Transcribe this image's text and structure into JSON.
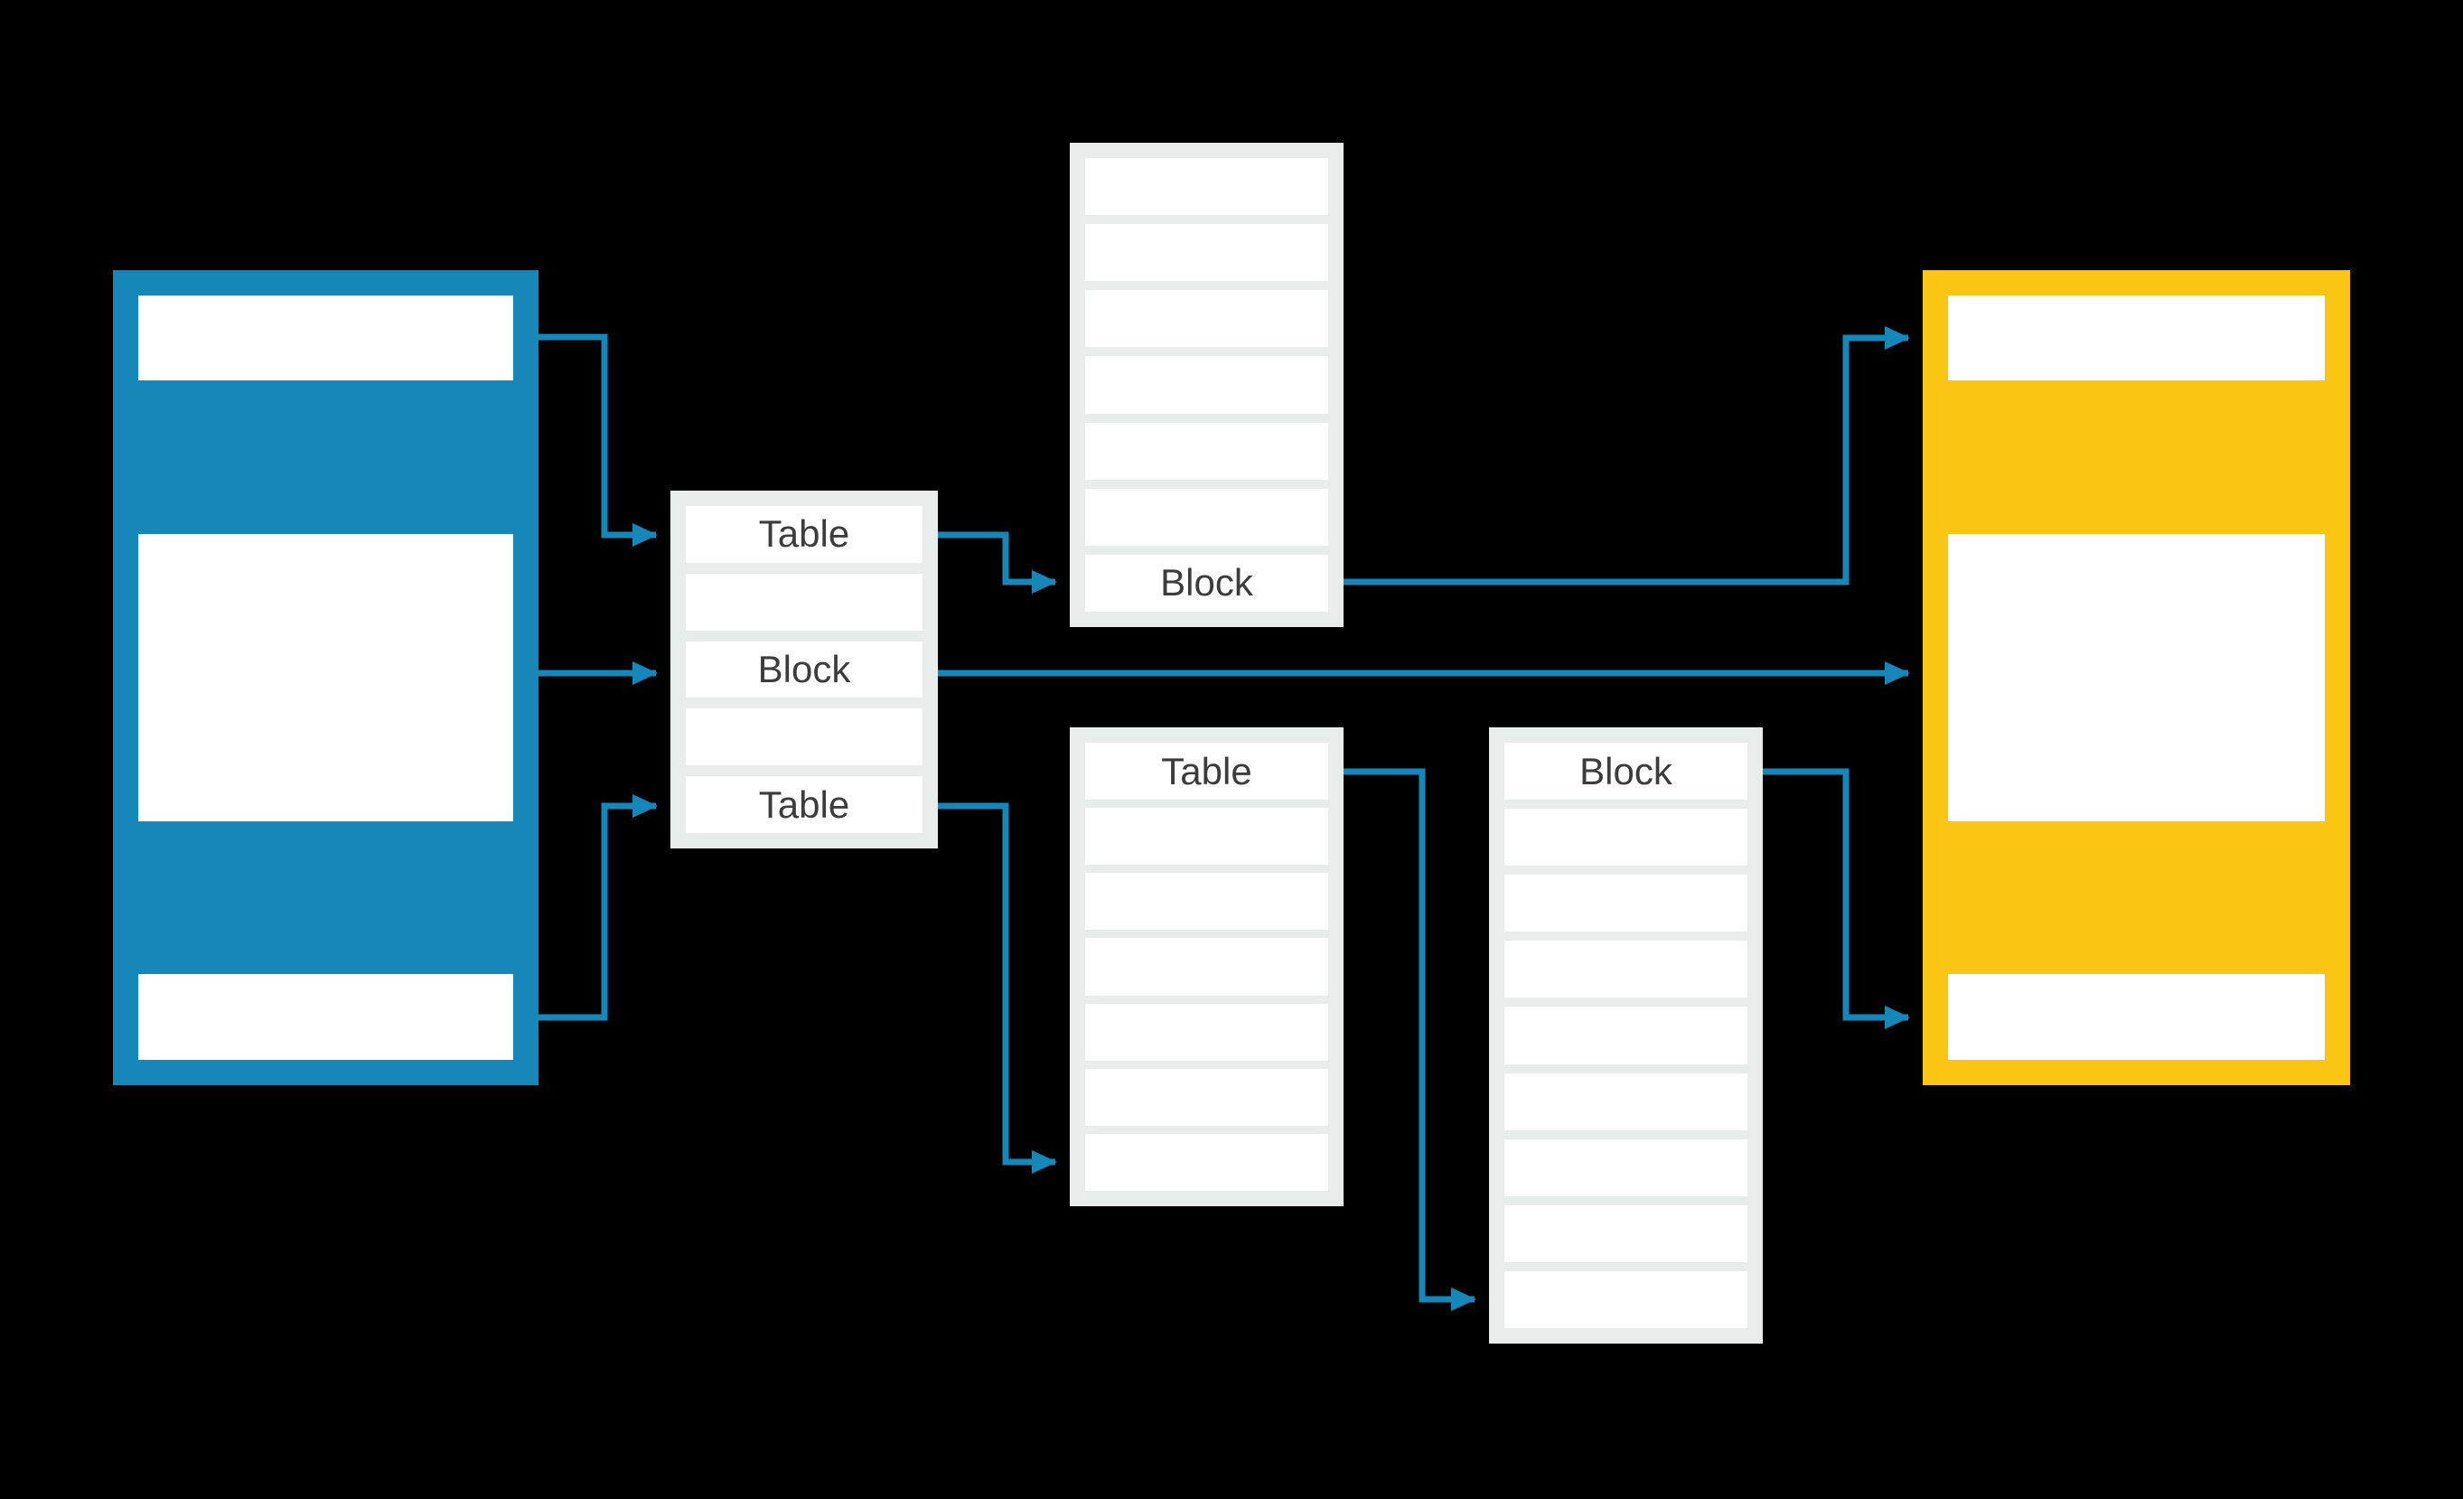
{
  "colors": {
    "background": "#000000",
    "blue": "#1588b9",
    "yellow": "#fac613",
    "box-gray": "#e8edec",
    "row-white": "#ffffff",
    "text": "#3c3c3c",
    "arrow": "#1588b9"
  },
  "mapping_box": {
    "rows": [
      "Table",
      "",
      "Block",
      "",
      "Table"
    ]
  },
  "top_block_box": {
    "rows": [
      "",
      "",
      "",
      "",
      "",
      "",
      "Block"
    ]
  },
  "bottom_table_box": {
    "rows": [
      "Table",
      "",
      "",
      "",
      "",
      "",
      ""
    ]
  },
  "right_block_box": {
    "rows": [
      "Block",
      "",
      "",
      "",
      "",
      "",
      "",
      "",
      ""
    ]
  },
  "labels": {
    "table": "Table",
    "block": "Block"
  }
}
